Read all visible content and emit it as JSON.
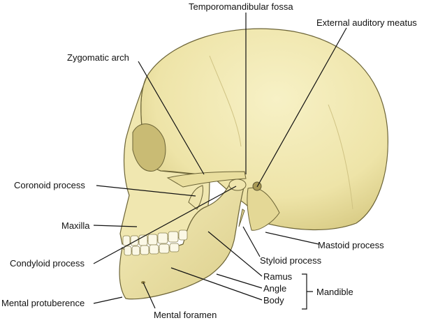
{
  "labels": {
    "temporomandibular_fossa": "Temporomandibular fossa",
    "external_auditory_meatus": "External auditory meatus",
    "zygomatic_arch": "Zygomatic arch",
    "coronoid_process": "Coronoid process",
    "maxilla": "Maxilla",
    "condyloid_process": "Condyloid process",
    "mental_protuberence": "Mental protuberence",
    "mental_foramen": "Mental foramen",
    "mastoid_process": "Mastoid process",
    "styloid_process": "Styloid process",
    "ramus": "Ramus",
    "angle": "Angle",
    "body": "Body",
    "mandible": "Mandible"
  },
  "colors": {
    "bone": "#f1e9b2",
    "bone_shadow": "#d8cc86",
    "outline": "#6b6336",
    "leader": "#111111"
  }
}
